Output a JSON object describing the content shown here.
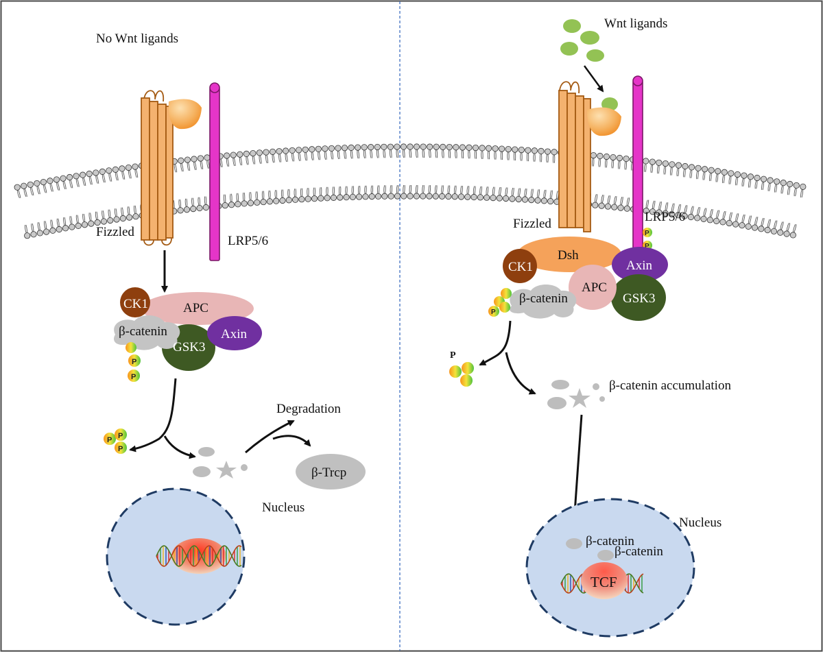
{
  "left_panel": {
    "title": "No Wnt ligands",
    "labels": {
      "fizzled": "Fizzled",
      "lrp": "LRP5/6",
      "ck1": "CK1",
      "apc": "APC",
      "beta_catenin": "β-catenin",
      "gsk3": "GSK3",
      "axin": "Axin",
      "phospho": "P",
      "degradation": "Degradation",
      "btrcp": "β-Trcp",
      "nucleus": "Nucleus"
    }
  },
  "right_panel": {
    "title": "Wnt ligands",
    "labels": {
      "fizzled": "Fizzled",
      "lrp": "LRP5/6",
      "dsh": "Dsh",
      "ck1": "CK1",
      "apc": "APC",
      "beta_catenin": "β-catenin",
      "gsk3": "GSK3",
      "axin": "Axin",
      "phospho": "P",
      "accumulation": "β-catenin accumulation",
      "nucleus": "Nucleus",
      "nuclear_beta_catenin_1": "β-catenin",
      "nuclear_beta_catenin_2": "β-catenin",
      "tcf": "TCF"
    }
  },
  "colors": {
    "frizzled": "#f4b26f",
    "frizzled_stroke": "#a45a12",
    "lrp": "#e535c8",
    "ck1": "#8e3f0e",
    "apc": "#e8b6b6",
    "beta_catenin": "#c4c4c4",
    "gsk3": "#3e5923",
    "axin": "#7030a0",
    "dsh": "#f5a25a",
    "nucleus_fill": "#c9d9ef",
    "nucleus_stroke": "#1f3b63",
    "wnt_ligand": "#93c254",
    "divider": "#4d79c4"
  }
}
